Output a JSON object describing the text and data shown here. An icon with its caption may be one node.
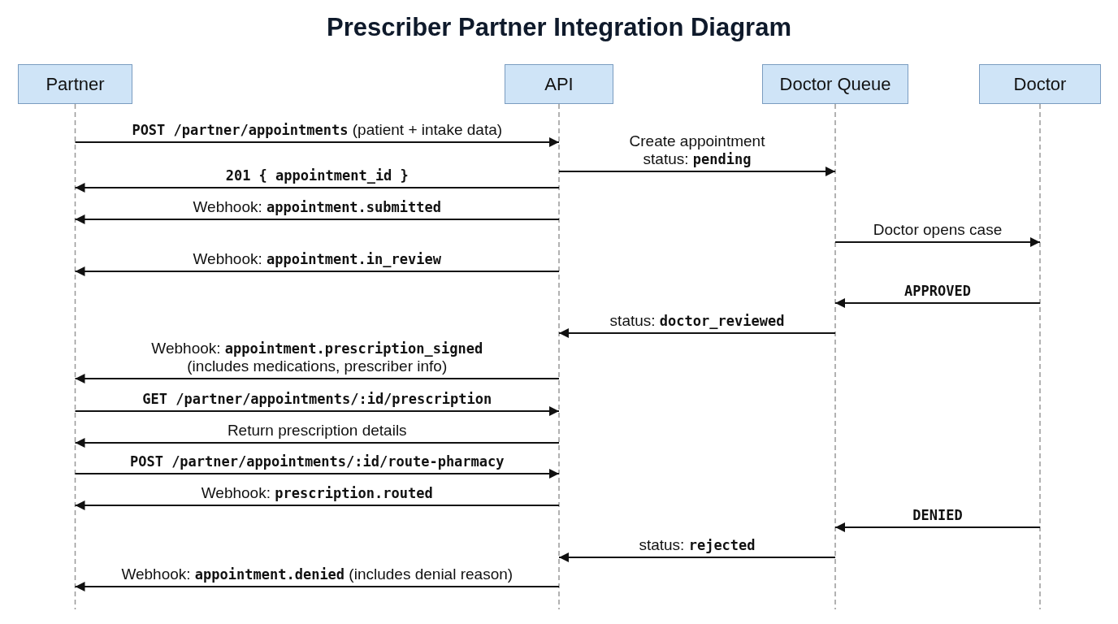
{
  "diagram": {
    "title": "Prescriber Partner Integration Diagram",
    "nodes": [
      {
        "text": [
          "Partner"
        ]
      },
      {
        "text": [
          "API"
        ]
      },
      {
        "text": [
          "Doctor Queue"
        ]
      },
      {
        "text": [
          "Doctor"
        ]
      }
    ],
    "edges": [
      {
        "from": 0,
        "to": 1,
        "arrow": "to",
        "label": "**POST /partner/appointments** (patient + intake data)"
      },
      {
        "from": 1,
        "to": 2,
        "arrow": "to",
        "label": "Create appointment status: **pending**"
      },
      {
        "from": 1,
        "to": 0,
        "arrow": "to",
        "label": "**201 { appointment_id }**"
      },
      {
        "from": 1,
        "to": 0,
        "arrow": "to",
        "label": "Webhook: **appointment.submitted**"
      },
      {
        "from": 2,
        "to": 3,
        "arrow": "to",
        "label": "Doctor opens case"
      },
      {
        "from": 1,
        "to": 0,
        "arrow": "to",
        "label": "Webhook: **appointment.in_review**"
      },
      {
        "from": 3,
        "to": 2,
        "arrow": "to",
        "label": "**APPROVED**"
      },
      {
        "from": 2,
        "to": 1,
        "arrow": "to",
        "label": "status: **doctor_reviewed**"
      },
      {
        "from": 1,
        "to": 0,
        "arrow": "to",
        "label": "Webhook: **appointment.prescription_signed** (includes medications, prescriber info)"
      },
      {
        "from": 0,
        "to": 1,
        "arrow": "to",
        "label": "**GET /partner/appointments/:id/prescription**"
      },
      {
        "from": 1,
        "to": 0,
        "arrow": "to",
        "label": "Return prescription details"
      },
      {
        "from": 0,
        "to": 1,
        "arrow": "to",
        "label": "**POST /partner/appointments/:id/route-pharmacy**"
      },
      {
        "from": 1,
        "to": 0,
        "arrow": "to",
        "label": "Webhook: **prescription.routed**"
      },
      {
        "from": 3,
        "to": 2,
        "arrow": "to",
        "label": "**DENIED**"
      },
      {
        "from": 2,
        "to": 1,
        "arrow": "to",
        "label": "status: **rejected**"
      },
      {
        "from": 1,
        "to": 0,
        "arrow": "to",
        "label": "Webhook: **appointment.denied** (includes denial reason)"
      }
    ]
  }
}
